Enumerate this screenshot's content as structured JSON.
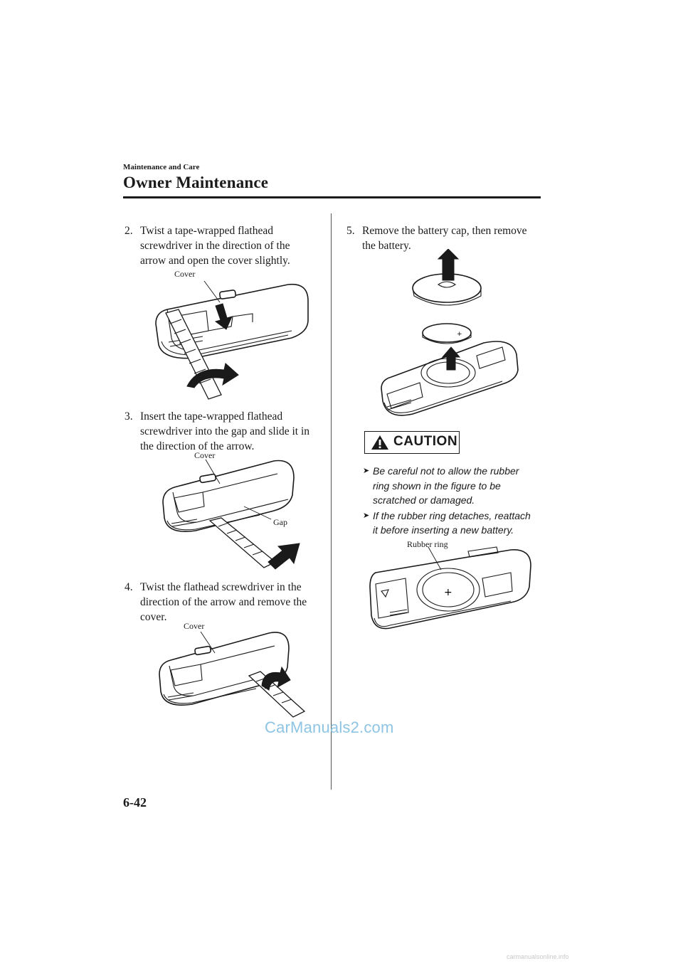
{
  "header": {
    "section": "Maintenance and Care",
    "chapter": "Owner Maintenance"
  },
  "steps": [
    {
      "number": "2.",
      "lines": [
        "Twist a tape-wrapped flathead",
        "screwdriver in the direction of the",
        "arrow and open the cover slightly."
      ]
    },
    {
      "number": "3.",
      "lines": [
        "Insert the tape-wrapped flathead",
        "screwdriver into the gap and slide it in",
        "the direction of the arrow."
      ]
    },
    {
      "number": "4.",
      "lines": [
        "Twist the flathead screwdriver in the",
        "direction of the arrow and remove the",
        "cover."
      ]
    },
    {
      "number": "5.",
      "lines": [
        "Remove the battery cap, then remove",
        "the battery."
      ]
    }
  ],
  "figure_labels": {
    "fig2_cover": "Cover",
    "fig3_cover": "Cover",
    "fig3_gap": "Gap",
    "fig4_cover": "Cover",
    "fig6_rubber_ring": "Rubber ring"
  },
  "caution": {
    "title": "CAUTION",
    "items": [
      [
        "Be careful not to allow the rubber",
        "ring shown in the figure to be",
        "scratched or damaged."
      ],
      [
        "If the rubber ring detaches, reattach",
        "it before inserting a new battery."
      ]
    ]
  },
  "watermark": "CarManuals2.com",
  "page_number": "6-42",
  "footer_url": "carmanualsonline.info",
  "icons": {
    "caution": "warning-triangle-icon",
    "bullet": "triangle-bullet-icon"
  }
}
